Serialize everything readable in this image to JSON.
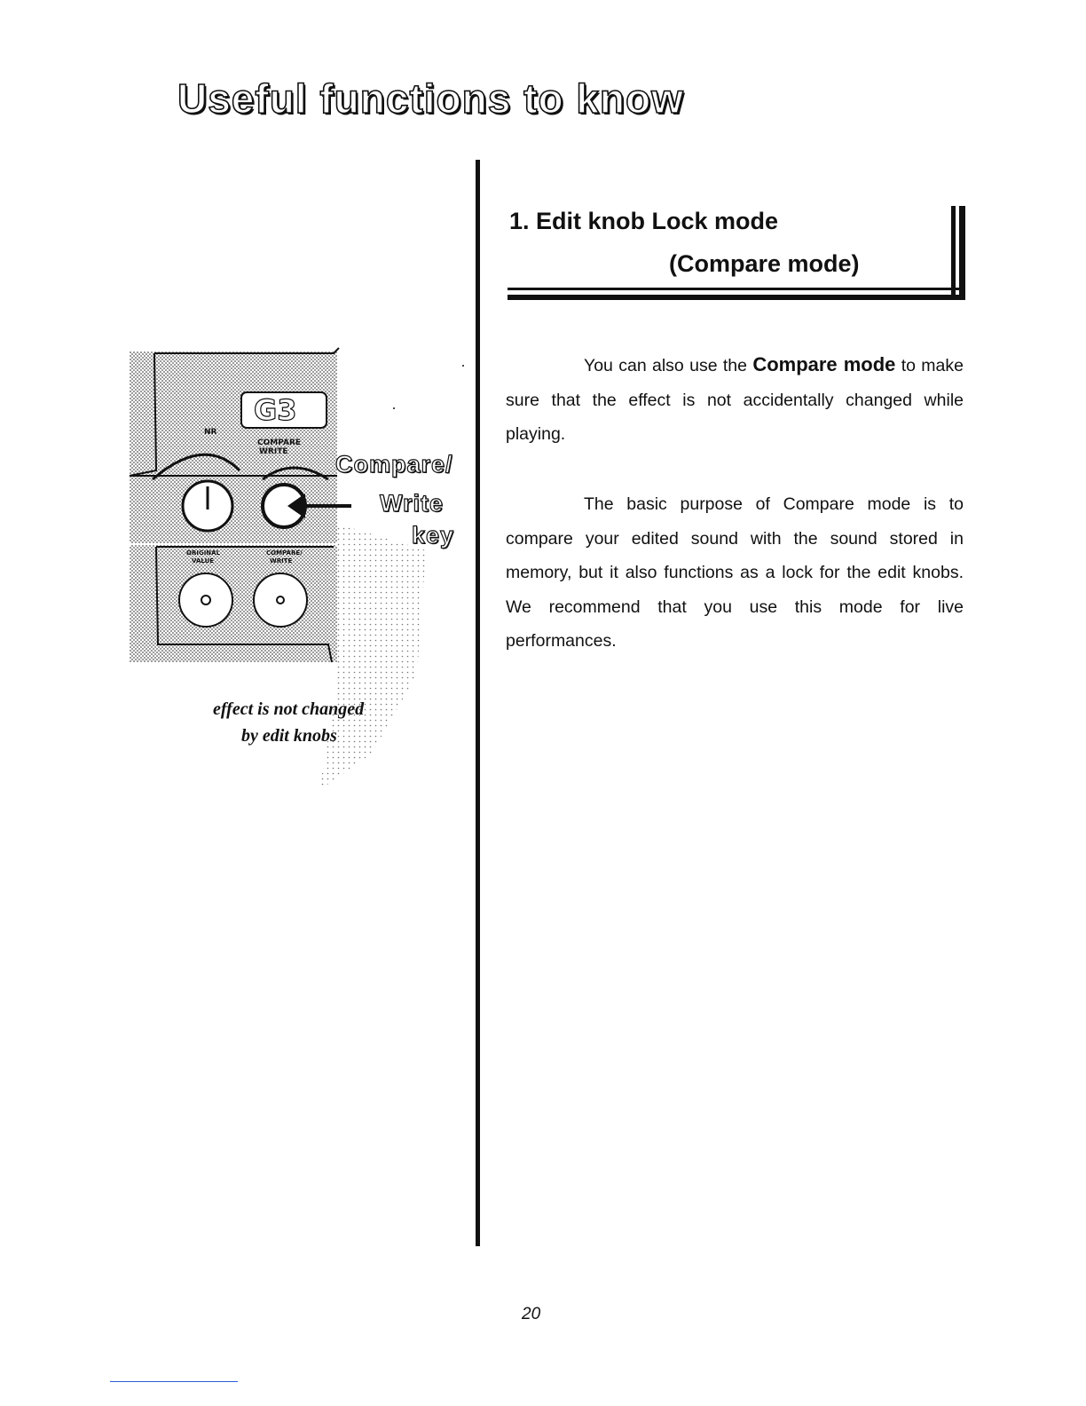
{
  "page": {
    "title": "Useful functions to know",
    "page_number": "20"
  },
  "section": {
    "heading_line1": "1. Edit knob Lock mode",
    "heading_line2": "(Compare mode)"
  },
  "paragraphs": {
    "p1_before": "You can also use the ",
    "p1_emphasis": "Compare mode",
    "p1_after": " to make sure that the effect is not accidentally changed while playing.",
    "p2": "The basic purpose of Compare mode is to compare your edited sound with the sound stored in memory, but it also functions as a lock for the edit knobs. We recommend that you use this mode for live performances."
  },
  "illustration": {
    "device_logo": "G3",
    "label_nr": "NR",
    "label_compare": "COMPARE",
    "label_write": "WRITE",
    "label_original": "ORIGINAL",
    "label_value": "VALUE",
    "label_compare_write": "COMPARE/",
    "label_write_lower": "WRITE",
    "callout_line1": "Compare/",
    "callout_line2": "Write",
    "callout_line3": "key",
    "caption_line1": "effect is not changed",
    "caption_line2": "by edit knobs"
  }
}
